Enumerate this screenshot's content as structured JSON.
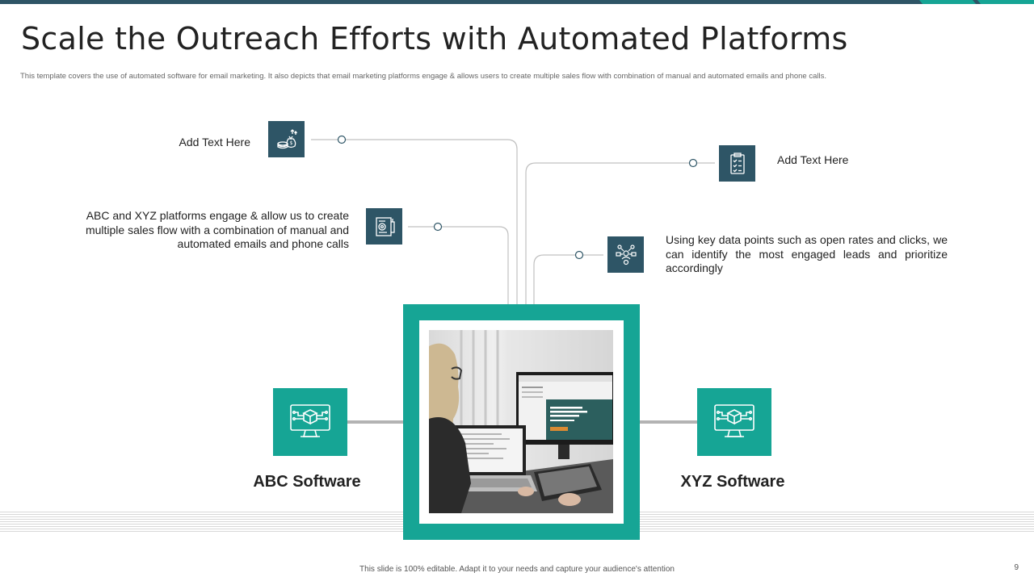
{
  "title": "Scale the Outreach Efforts with Automated Platforms",
  "subtitle": "This template covers the use of automated software for email marketing. It also depicts that email marketing platforms engage & allows users to create multiple sales flow with combination of manual  and  automated emails and phone calls.",
  "items": {
    "top_left": {
      "text": "Add Text Here",
      "icon": "money-bag-icon"
    },
    "mid_left": {
      "text": "ABC and XYZ platforms engage  & allow us  to create multiple  sales flow with  a  combination of manual  and automated emails  and  phone calls",
      "icon": "settings-document-icon"
    },
    "top_right": {
      "text": "Add Text Here",
      "icon": "checklist-icon"
    },
    "mid_right": {
      "text": "Using  key data  points  such as  open  rates and clicks,  we  can identify  the  most engaged  leads and prioritize accordingly",
      "icon": "network-person-icon"
    }
  },
  "software": {
    "left": {
      "label": "ABC Software",
      "icon": "monitor-cube-icon"
    },
    "right": {
      "label": "XYZ Software",
      "icon": "monitor-cube-icon"
    }
  },
  "photo": {
    "icon": "photo-person-laptop"
  },
  "footer": "This slide is 100% editable. Adapt it to your needs and capture your audience's attention",
  "page_number": "9",
  "colors": {
    "dark_teal": "#2e5566",
    "teal": "#16a595",
    "light_teal": "#1fa89a",
    "connector": "#c0c0c0"
  }
}
